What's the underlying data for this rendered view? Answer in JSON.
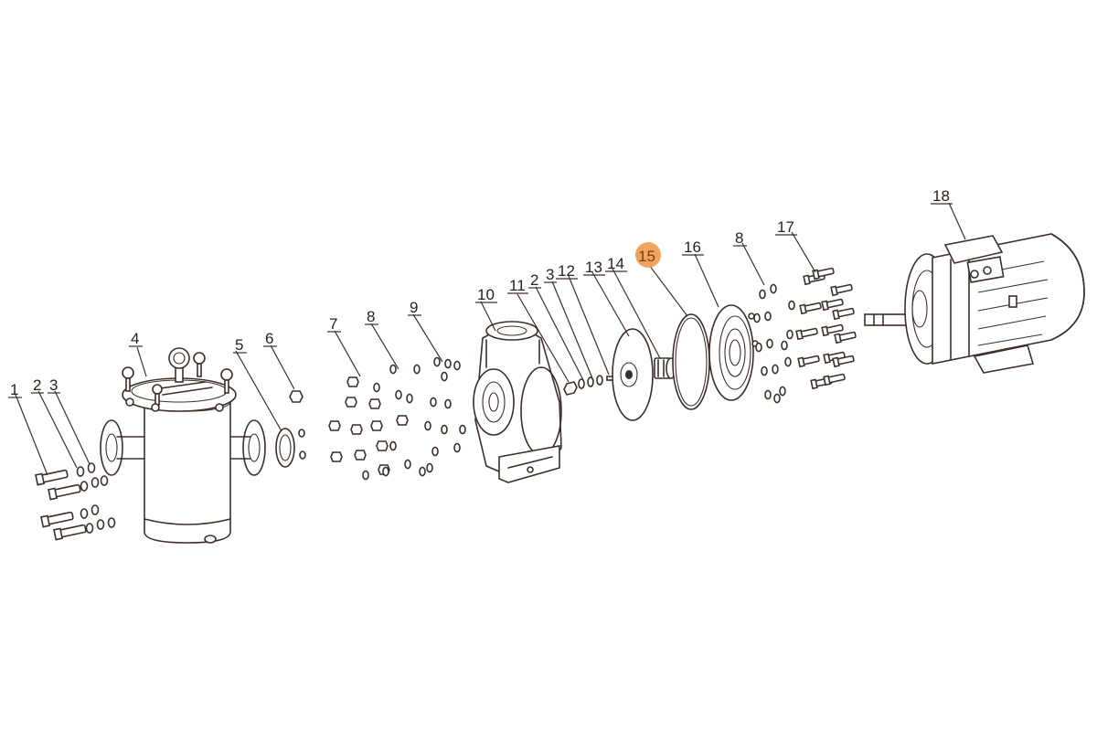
{
  "diagram": {
    "highlight_color": "#f0a45d",
    "line_color": "#3d2f29",
    "labels": {
      "l1": "1",
      "l2a": "2",
      "l3a": "3",
      "l4": "4",
      "l5": "5",
      "l6": "6",
      "l7": "7",
      "l8a": "8",
      "l9": "9",
      "l10": "10",
      "l11": "11",
      "l2b": "2",
      "l3b": "3",
      "l12": "12",
      "l13": "13",
      "l14": "14",
      "l15": "15",
      "l16": "16",
      "l8b": "8",
      "l17": "17",
      "l18": "18"
    }
  }
}
